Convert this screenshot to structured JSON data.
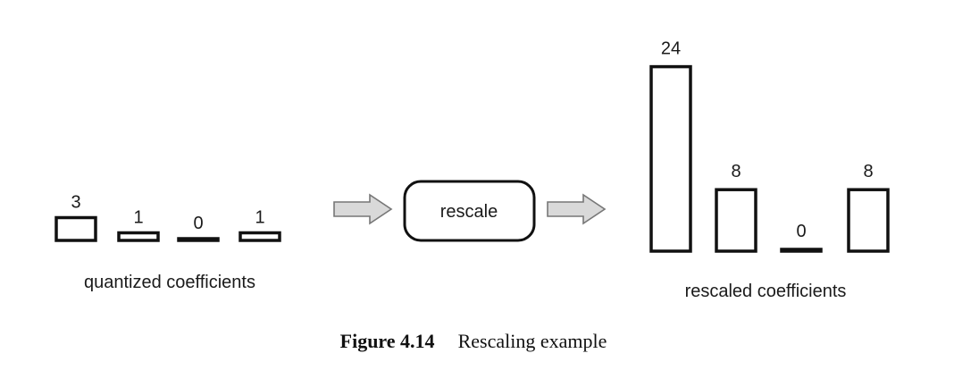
{
  "left_group": {
    "values": [
      3,
      1,
      0,
      1
    ],
    "value_labels": [
      "3",
      "1",
      "0",
      "1"
    ],
    "caption": "quantized coefficients"
  },
  "process": {
    "label": "rescale"
  },
  "right_group": {
    "values": [
      24,
      8,
      0,
      8
    ],
    "value_labels": [
      "24",
      "8",
      "0",
      "8"
    ],
    "caption": "rescaled coefficients"
  },
  "figure_caption": {
    "number": "Figure 4.14",
    "text": "Rescaling example"
  }
}
